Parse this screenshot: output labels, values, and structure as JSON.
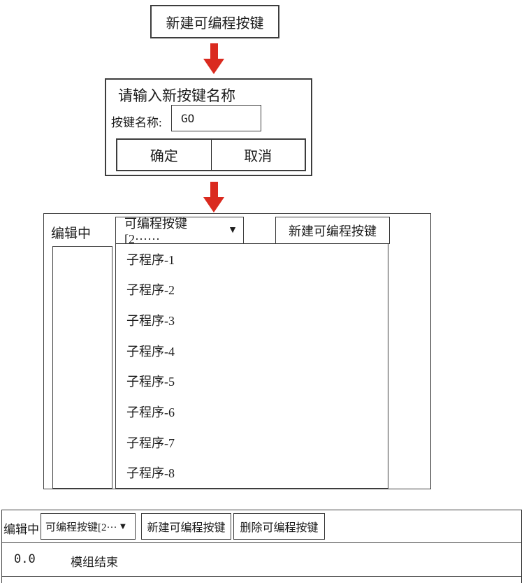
{
  "flow": {
    "new_button_label": "新建可编程按键"
  },
  "dialog": {
    "title": "请输入新按键名称",
    "name_label": "按键名称:",
    "name_value": "GO",
    "ok_label": "确定",
    "cancel_label": "取消"
  },
  "editor": {
    "status_label": "编辑中",
    "dropdown_value": "可编程按键[2······",
    "dropdown_arrow": "▼",
    "new_button_label": "新建可编程按键",
    "subroutines": [
      "子程序-1",
      "子程序-2",
      "子程序-3",
      "子程序-4",
      "子程序-5",
      "子程序-6",
      "子程序-7",
      "子程序-8"
    ]
  },
  "bottom_bar": {
    "status_label": "编辑中",
    "dropdown_value": "可编程按键[2···",
    "dropdown_arrow": "▼",
    "new_button_label": "新建可编程按键",
    "delete_button_label": "删除可编程按键",
    "line_number": "0.0",
    "module_end_label": "模组结束"
  },
  "colors": {
    "arrow_red": "#da2a1f",
    "border": "#3d3d3d"
  }
}
